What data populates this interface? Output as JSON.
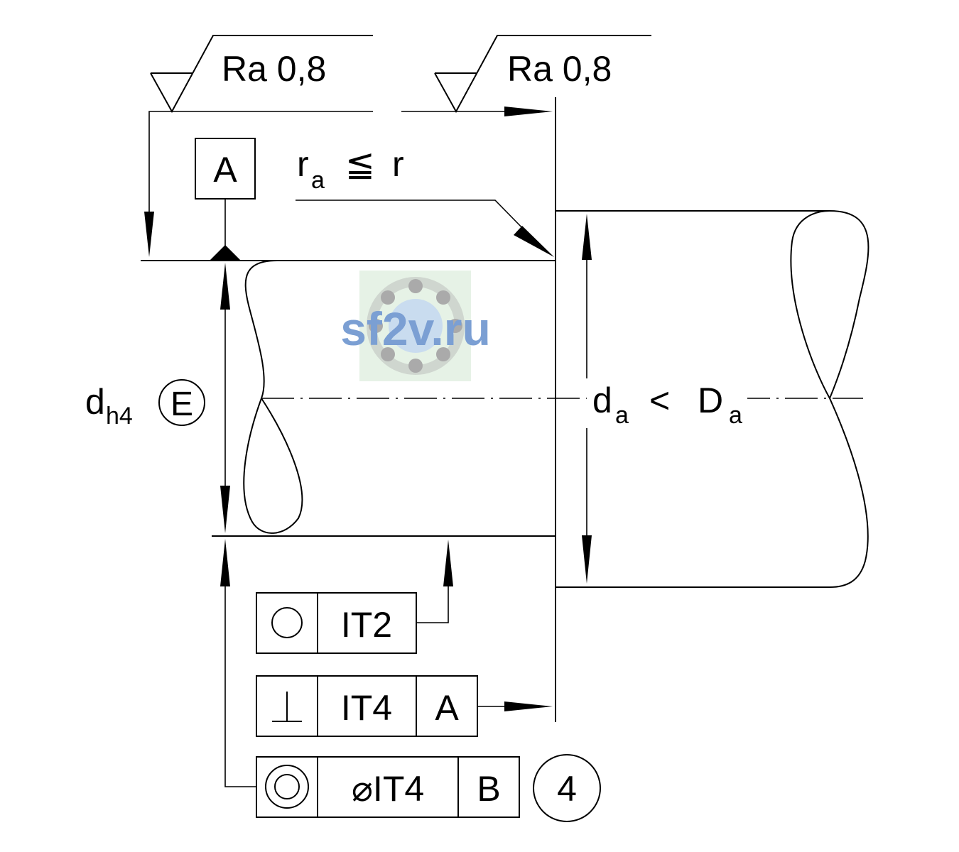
{
  "surface_symbols": [
    {
      "label": "Ra 0,8"
    },
    {
      "label": "Ra 0,8"
    }
  ],
  "datum_a": {
    "label": "A"
  },
  "fillet": {
    "main": "r",
    "subscript": "a",
    "relation": "≦",
    "rhs": "r"
  },
  "shaft_diameter": {
    "main": "d",
    "subscript": "h4",
    "envelope": "E"
  },
  "housing_diameter": {
    "main": "d",
    "sub1": "a",
    "relation": "<",
    "main2": "D",
    "sub2": "a"
  },
  "tolerance_frames": [
    {
      "symbol": "circularity",
      "symbol_glyph": "○",
      "value": "IT2"
    },
    {
      "symbol": "perpendicularity",
      "symbol_glyph": "⊥",
      "value": "IT4",
      "datum": "A"
    },
    {
      "symbol": "concentricity",
      "value": "⌀IT4",
      "datum": "B",
      "note_number": "4"
    }
  ],
  "watermark": {
    "text": "sf2v.ru"
  }
}
